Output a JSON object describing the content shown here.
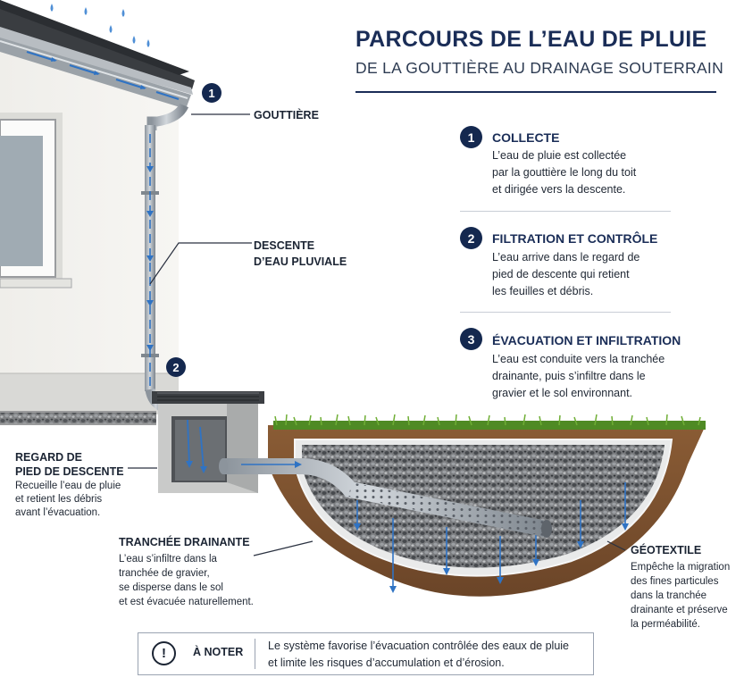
{
  "header": {
    "title": "PARCOURS DE L’EAU DE PLUIE",
    "subtitle": "DE LA GOUTTIÈRE AU DRAINAGE SOUTERRAIN"
  },
  "steps": [
    {
      "number": "1",
      "title": "COLLECTE",
      "lines": [
        "L’eau de pluie est collectée",
        "par la gouttière le long du toit",
        "et dirigée vers la descente."
      ]
    },
    {
      "number": "2",
      "title": "FILTRATION ET CONTRÔLE",
      "lines": [
        "L’eau arrive dans le regard de",
        "pied de descente qui retient",
        "les feuilles et débris."
      ]
    },
    {
      "number": "3",
      "title": "ÉVACUATION ET INFILTRATION",
      "lines": [
        "L’eau est conduite vers la tranchée",
        "drainante, puis s’infiltre dans le",
        "gravier et le sol environnant."
      ]
    }
  ],
  "diagram_markers": [
    "1",
    "2"
  ],
  "labels": {
    "gouttiere": {
      "title": "GOUTTIÈRE"
    },
    "descente": {
      "title_lines": [
        "DESCENTE",
        "D’EAU PLUVIALE"
      ]
    },
    "regard": {
      "title_lines": [
        "REGARD DE",
        "PIED DE DESCENTE"
      ],
      "lines": [
        "Recueille l’eau de pluie",
        "et retient les débris",
        "avant l’évacuation."
      ]
    },
    "tranchee": {
      "title": "TRANCHÉE DRAINANTE",
      "lines": [
        "L’eau s’infiltre dans la",
        "tranchée de gravier,",
        "se disperse dans le sol",
        "et est évacuée naturellement."
      ]
    },
    "geotextile": {
      "title": "GÉOTEXTILE",
      "lines": [
        "Empêche la migration",
        "des fines particules",
        "dans la tranchée",
        "drainante et préserve",
        "la perméabilité."
      ]
    }
  },
  "note": {
    "icon": "!",
    "label": "À NOTER",
    "lines": [
      "Le système favorise l’évacuation contrôlée des eaux de pluie",
      "et limite les risques d’accumulation et d’érosion."
    ]
  },
  "colors": {
    "accent": "#14284f",
    "water": "#2f73c4",
    "pipe": "#a9b3bd",
    "soil": "#7a5232",
    "grass": "#5e9a2e",
    "wall": "#f2f1ee"
  }
}
